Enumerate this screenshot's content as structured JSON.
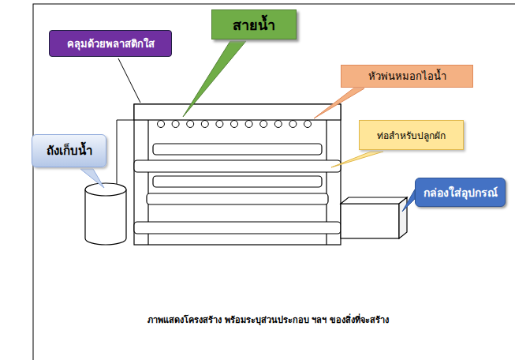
{
  "diagram": {
    "caption": "ภาพแสดงโครงสร้าง พร้อมระบุส่วนประกอบ ฯลฯ ของสิ่งที่จะสร้าง",
    "nodes": [
      {
        "text": [
          "สายน้ำ"
        ]
      },
      {
        "text": [
          "คลุมด้วยพลาสติกใส"
        ]
      },
      {
        "text": [
          "หัวพ่นหมอกไอน้ำ"
        ]
      },
      {
        "text": [
          "ท่อสำหรับปลูกผัก"
        ]
      },
      {
        "text": [
          "ถังเก็บน้ำ"
        ]
      },
      {
        "text": [
          "กล่องใส่อุปกรณ์"
        ]
      }
    ]
  }
}
